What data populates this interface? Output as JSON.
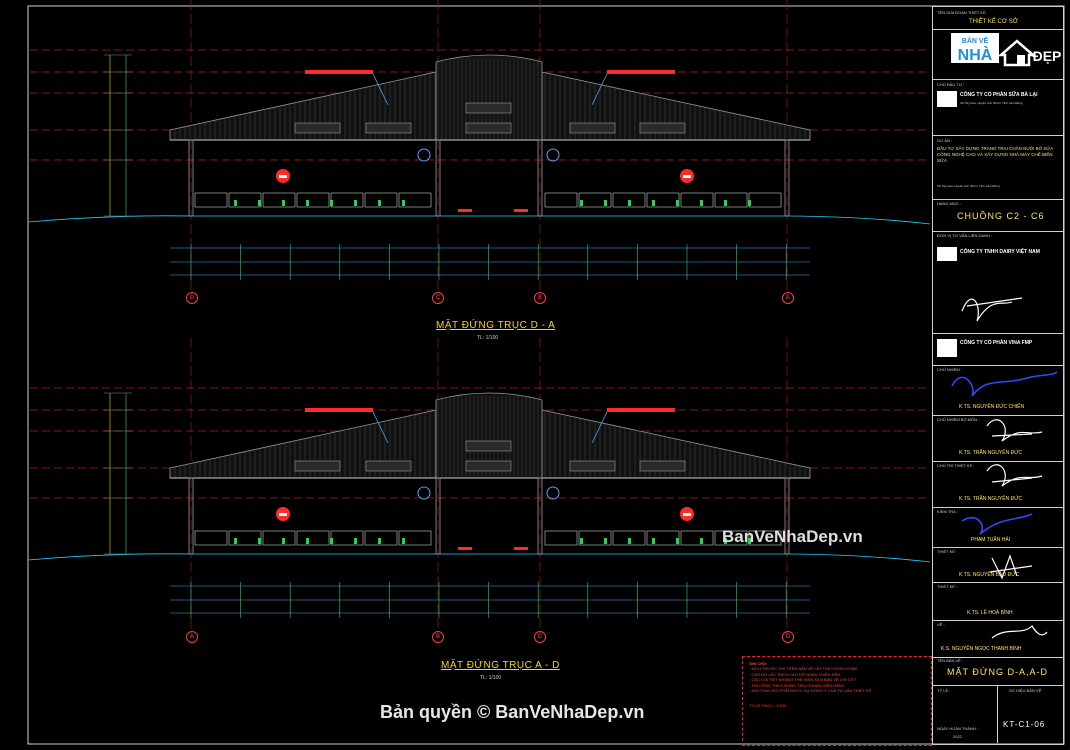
{
  "elevations": [
    {
      "title": "MẶT ĐỨNG TRỤC D - A",
      "scale": "TL: 1/100",
      "axes": [
        "D",
        "C",
        "B",
        "A"
      ]
    },
    {
      "title": "MẶT ĐỨNG TRỤC A - D",
      "scale": "TL: 1/100",
      "axes": [
        "A",
        "B",
        "C",
        "D"
      ]
    }
  ],
  "watermarks": {
    "site": "BanVeNhaDep.vn",
    "copyright": "Bản quyền © BanVeNhaDep.vn"
  },
  "logo": {
    "text1": "BẢN VẼ",
    "text2": "NHÀ",
    "text3": "ĐẸP"
  },
  "title_block": {
    "header": "TÊN GIAI ĐOẠN THIẾT KẾ",
    "stage": "THIẾT KẾ CƠ SỞ",
    "investor_label": "CHỦ ĐẦU TƯ :",
    "investor": "CÔNG TY CỔ PHẦN SỮA BÀ LẠI",
    "investor_addr": "Xã Tây Hòa, Huyện Anh Nhơn, Tỉnh Lâm Đồng",
    "project_label": "DỰ ÁN :",
    "project": "ĐẦU TƯ XÂY DỰNG TRANG TRẠI CHĂN NUÔI BÒ SỮA CÔNG NGHỆ CAO VÀ XÂY DỰNG NHÀ MÁY CHẾ BIẾN SỮA",
    "location": "Xã Tây Hòa, Huyện Anh Nhơn, Tỉnh Lâm Đồng",
    "item_label": "HẠNG MỤC :",
    "item": "CHUỒNG C2 - C6",
    "contractor_label": "ĐƠN VỊ TƯ VẤN LIÊN DANH :",
    "contractor1": "CÔNG TY TNHH DAIRY VIỆT NAM",
    "contractor2": "CÔNG TY CỔ PHẦN VINA FMP",
    "people": [
      {
        "role": "CHỦ NHIỆM :",
        "name": "K.TS. NGUYỄN ĐỨC CHIẾN"
      },
      {
        "role": "CHỦ NHIỆM BỘ MÔN :",
        "name": "K.TS. TRẦN NGUYÊN ĐỨC"
      },
      {
        "role": "CHỦ TRÌ THIẾT KẾ :",
        "name": "K.TS. TRẦN NGUYÊN ĐỨC"
      },
      {
        "role": "KIỂM TRA :",
        "name": "PHẠM TUẤN HẢI"
      },
      {
        "role": "THIẾT KẾ :",
        "name": "K.TS. NGUYỄN BẢO ĐỨC"
      },
      {
        "role": "THIẾT KẾ :",
        "name": "K.TS. LÊ HOÀ BÌNH"
      },
      {
        "role": "VẼ :",
        "name": "K.S. NGUYỄN NGỌC THANH BÌNH"
      }
    ],
    "drawing_label": "TÊN BẢN VẼ :",
    "drawing": "MẶT ĐỨNG D-A,A-D",
    "scale_label": "TỶ LỆ :",
    "sheet_label": "SỐ HIỆU BẢN VẼ",
    "sheet": "KT-C1-06",
    "date_label": "NGÀY HOÀN THÀNH :",
    "date": "2022"
  },
  "notes": {
    "heading": "GHI CHÚ:",
    "lines": [
      "- KÍCH THƯỚC GHI TRÊN BẢN VẼ LẤY THEO ĐƠN VỊ MM",
      "- CAO ĐỘ LẤY THEO CAO ĐỘ HOÀN THIỆN NỀN",
      "- CÁC CHI TIẾT KHÔNG THỂ HIỆN XEM BẢN VẼ CHI TIẾT",
      "- THI CÔNG THEO ĐÚNG TIÊU CHUẨN HIỆN HÀNH",
      "- MỌI THAY ĐỔI PHẢI ĐƯỢC SỰ ĐỒNG Ý CỦA TƯ VẤN THIẾT KẾ"
    ],
    "footer": "TỶ LỆ THỰC : 1/100"
  }
}
